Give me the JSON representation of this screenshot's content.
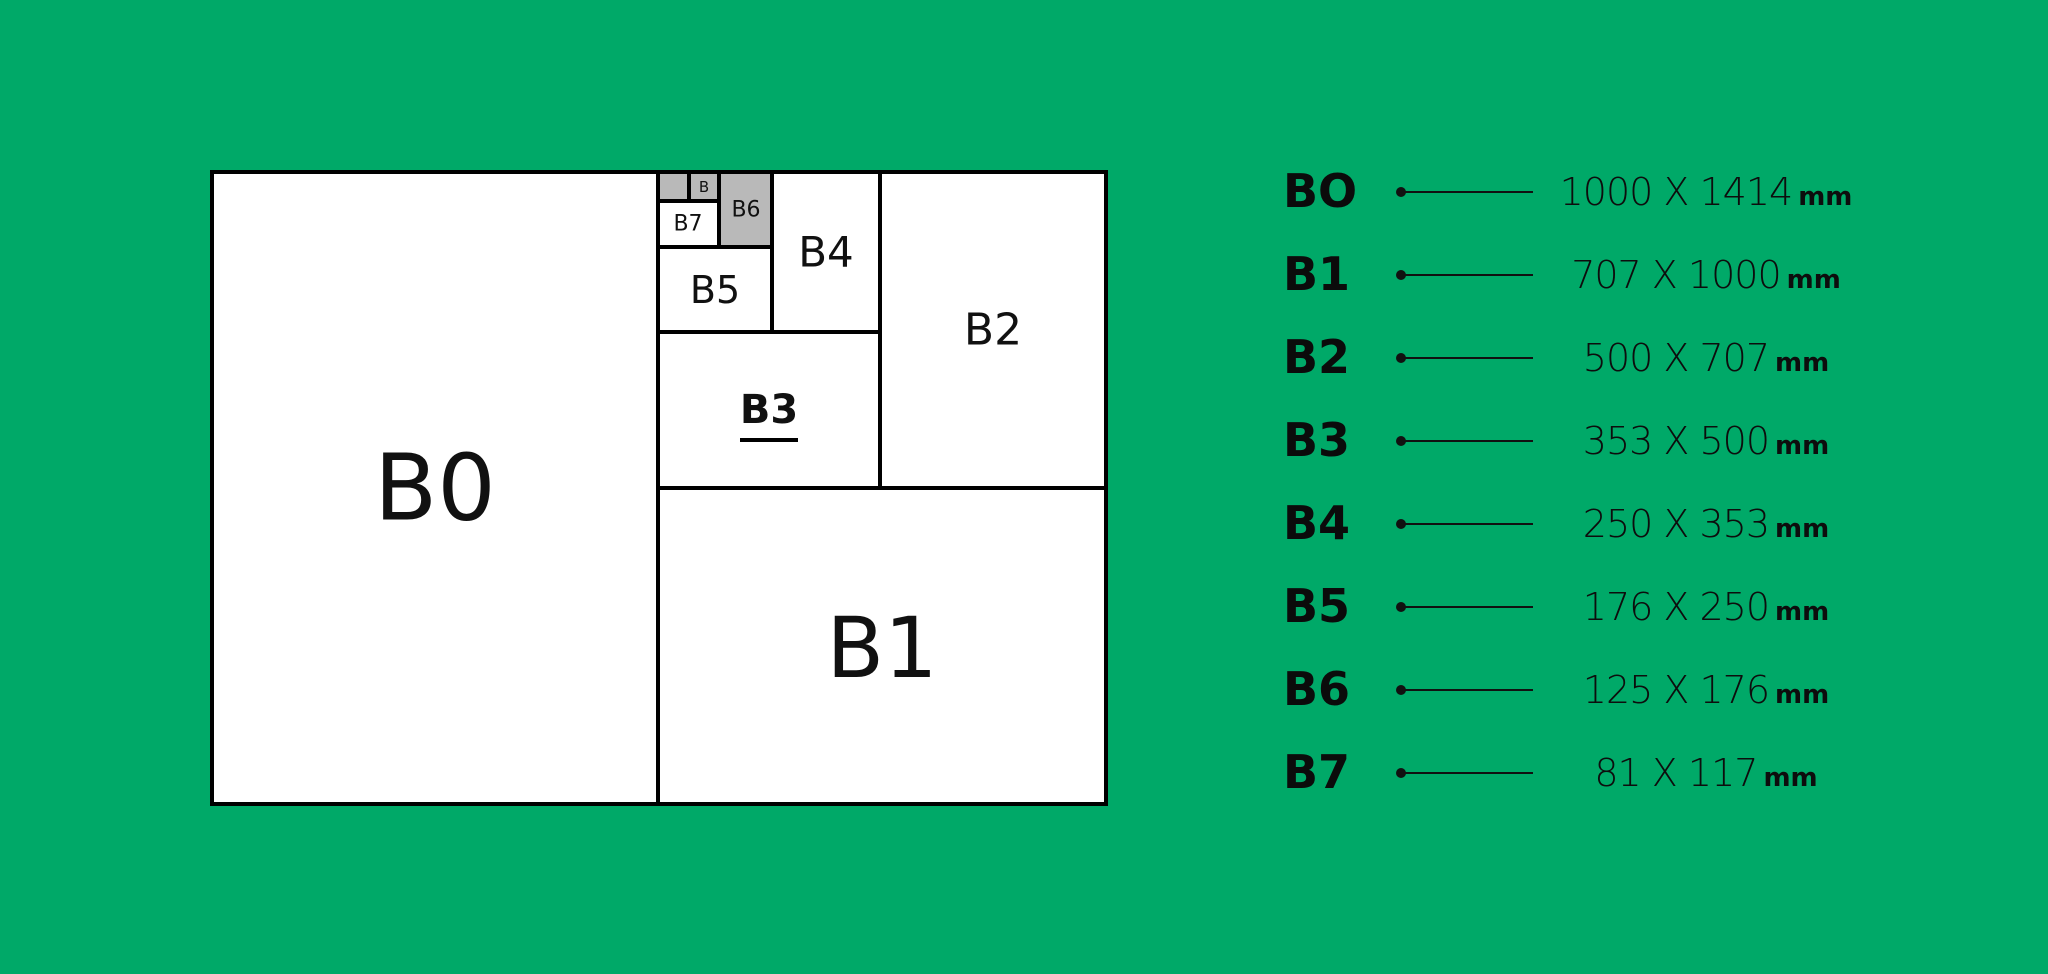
{
  "diagram": {
    "sheets": [
      {
        "label": "B0"
      },
      {
        "label": "B1"
      },
      {
        "label": "B2"
      },
      {
        "label": "B3"
      },
      {
        "label": "B4"
      },
      {
        "label": "B5"
      },
      {
        "label": "B6"
      },
      {
        "label": "B7"
      },
      {
        "label": "B"
      },
      {
        "label": ""
      }
    ]
  },
  "sizes": [
    {
      "name": "BO",
      "dims": "1000 X 1414",
      "unit": "mm"
    },
    {
      "name": "B1",
      "dims": "707 X 1000",
      "unit": "mm"
    },
    {
      "name": "B2",
      "dims": "500 X 707",
      "unit": "mm"
    },
    {
      "name": "B3",
      "dims": "353 X 500",
      "unit": "mm"
    },
    {
      "name": "B4",
      "dims": "250 X 353",
      "unit": "mm"
    },
    {
      "name": "B5",
      "dims": "176 X 250",
      "unit": "mm"
    },
    {
      "name": "B6",
      "dims": "125 X 176",
      "unit": "mm"
    },
    {
      "name": "B7",
      "dims": "81 X 117",
      "unit": "mm"
    }
  ],
  "colors": {
    "background": "#00A968",
    "sheet_fill": "#FFFFFF",
    "small_sheet_fill": "#B9B9B9",
    "ink": "#111111"
  }
}
